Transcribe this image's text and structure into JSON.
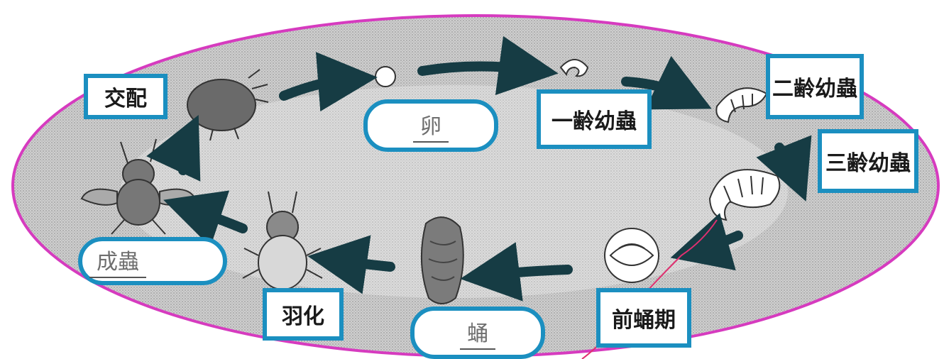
{
  "stages": {
    "mating": "交配",
    "egg": "卵",
    "first_instar": "一齢幼蟲",
    "second_instar": "二齢幼蟲",
    "third_instar": "三齢幼蟲",
    "prepupa": "前蛹期",
    "pupa": "蛹",
    "eclosion": "羽化",
    "adult": "成蟲"
  },
  "colors": {
    "outline": "#d63bbf",
    "label_border": "#1b8fc0",
    "arrow": "#163c44",
    "fill_shade": "#bdbdbd"
  }
}
